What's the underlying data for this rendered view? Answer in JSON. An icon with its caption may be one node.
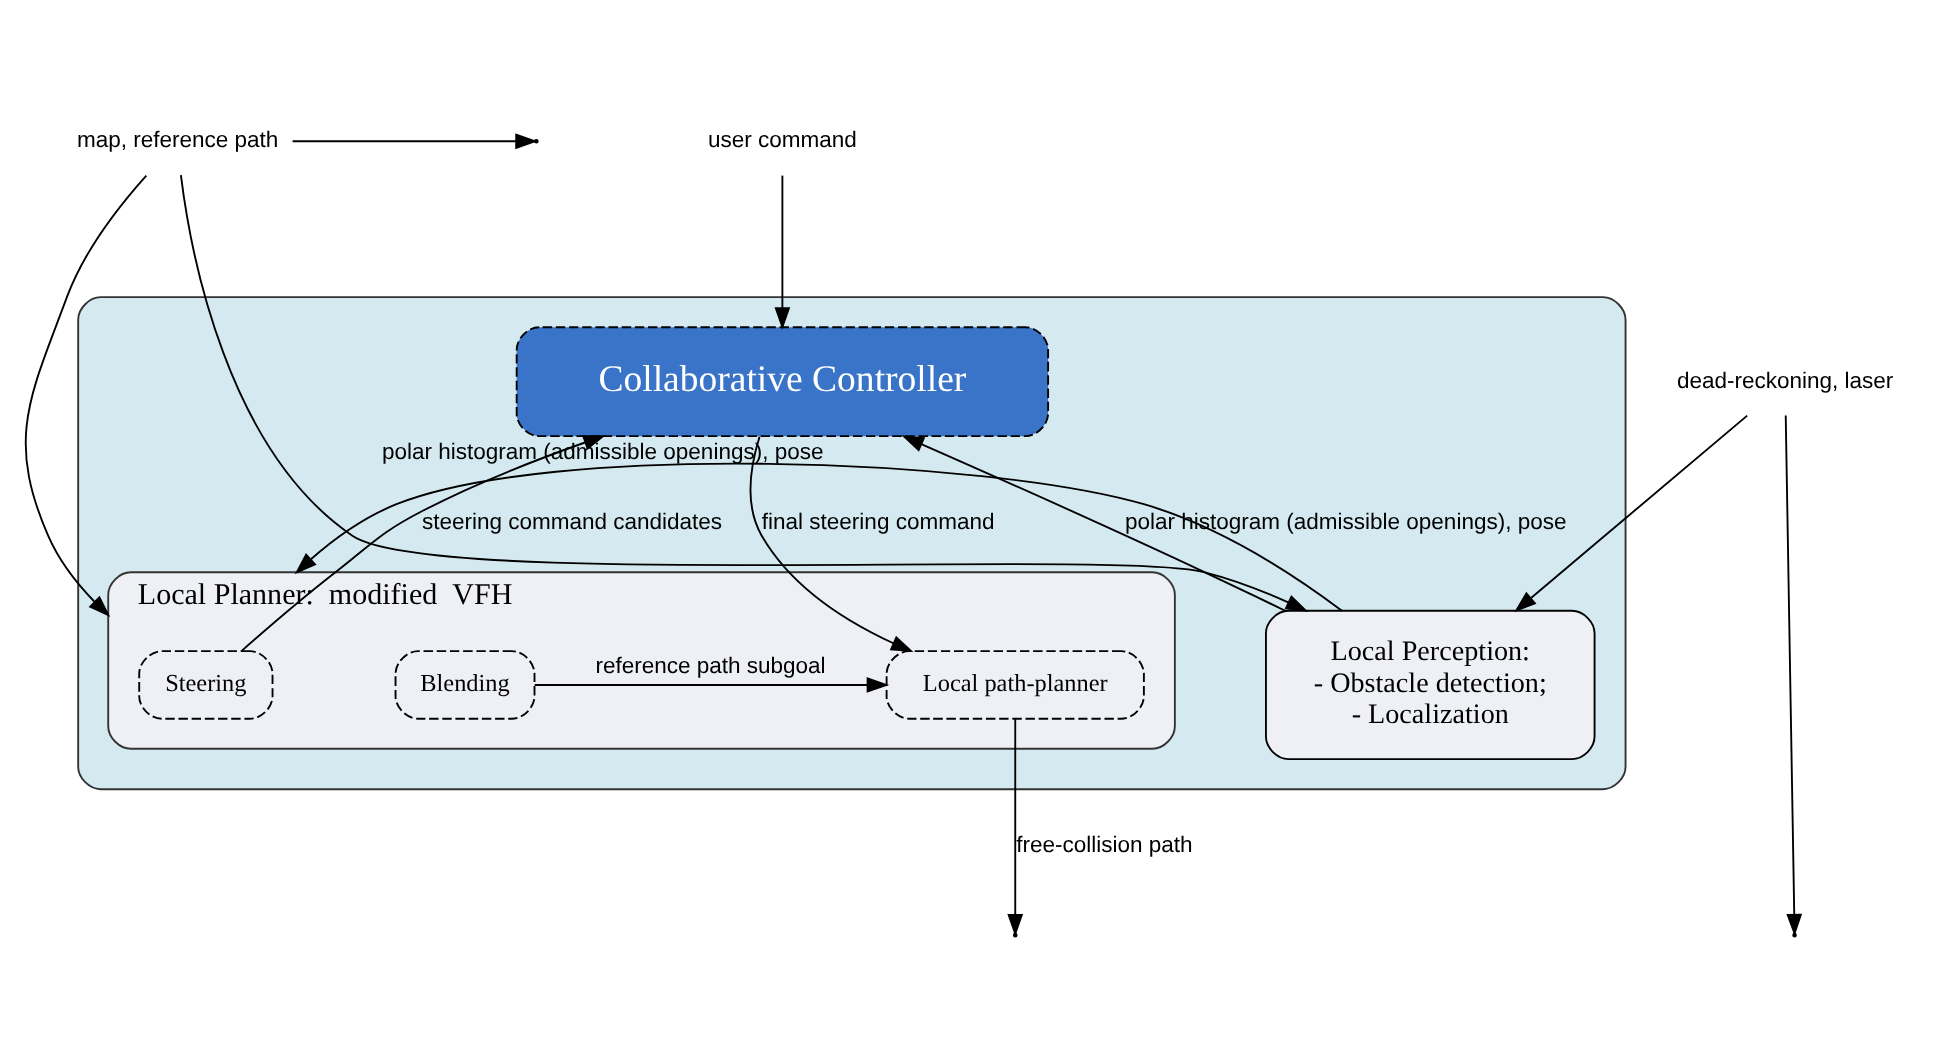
{
  "diagram": {
    "nodes": [
      {
        "text": [],
        "shape": "box"
      },
      {
        "text": [
          "user command"
        ]
      },
      {
        "text": [
          "Collaborative Controller"
        ],
        "in": 0
      },
      {
        "text": [
          "Local Planner:  modified  VFH"
        ],
        "in": 0
      },
      {
        "text": [
          "Steering"
        ],
        "in": 3
      },
      {
        "text": [
          "Local path-planner"
        ],
        "in": 3
      },
      {
        "text": [
          "Blending"
        ],
        "in": 3
      },
      {
        "text": [
          "Local Perception:",
          "- Obstacle detection;",
          "- Localization"
        ],
        "in": 0
      },
      {
        "text": [
          "map, reference path"
        ]
      },
      {
        "text": [
          "dead-reckoning, laser"
        ]
      }
    ],
    "edges": [
      {
        "from": 1,
        "to": 2,
        "arrow": "to"
      },
      {
        "from": 4,
        "to": 2,
        "arrow": "to",
        "label": "steering command candidates"
      },
      {
        "from": 2,
        "to": 5,
        "arrow": "to",
        "label": "final steering command"
      },
      {
        "from": 7,
        "to": 2,
        "arrow": "to",
        "label": "polar histogram (admissible openings), pose"
      },
      {
        "from": 6,
        "to": 5,
        "arrow": "to",
        "label": "reference path subgoal"
      },
      {
        "from": 7,
        "to": 3,
        "arrow": "to",
        "label": "polar histogram (admissible openings), pose"
      },
      {
        "from": 8,
        "to": 3,
        "arrow": "to"
      },
      {
        "from": 8,
        "to": 7,
        "arrow": "to"
      },
      {
        "from": 8,
        "to": null,
        "arrow": "to"
      },
      {
        "from": 9,
        "to": 7,
        "arrow": "to"
      },
      {
        "from": 9,
        "to": null,
        "arrow": "to"
      },
      {
        "from": 5,
        "to": null,
        "arrow": "to",
        "label": "free-collision path"
      }
    ]
  }
}
